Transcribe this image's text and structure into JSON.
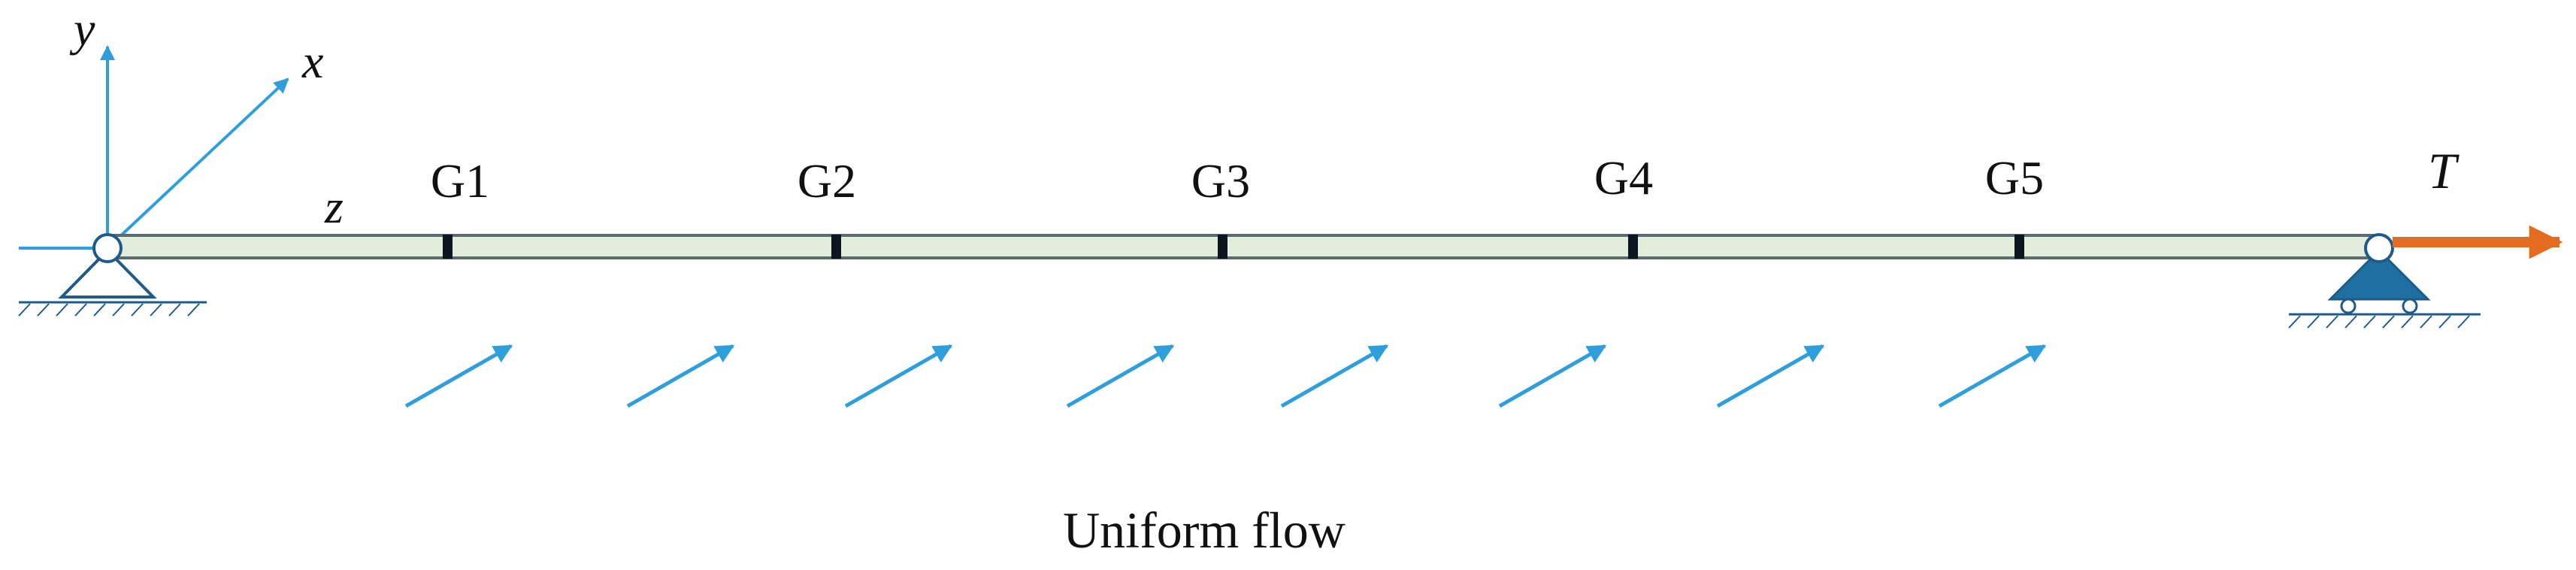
{
  "axes": {
    "y_label": "y",
    "x_label": "x",
    "z_label": "z"
  },
  "gauges": [
    {
      "label": "G1"
    },
    {
      "label": "G2"
    },
    {
      "label": "G3"
    },
    {
      "label": "G4"
    },
    {
      "label": "G5"
    }
  ],
  "tension_label": "T",
  "flow_label": "Uniform flow",
  "colors": {
    "axis_blue": "#2f9fdc",
    "support_dark": "#1f5b8a",
    "beam_fill": "#e2eedb",
    "beam_stroke": "#5a6b70",
    "tension_arrow": "#e46c1e",
    "text": "#111111"
  }
}
